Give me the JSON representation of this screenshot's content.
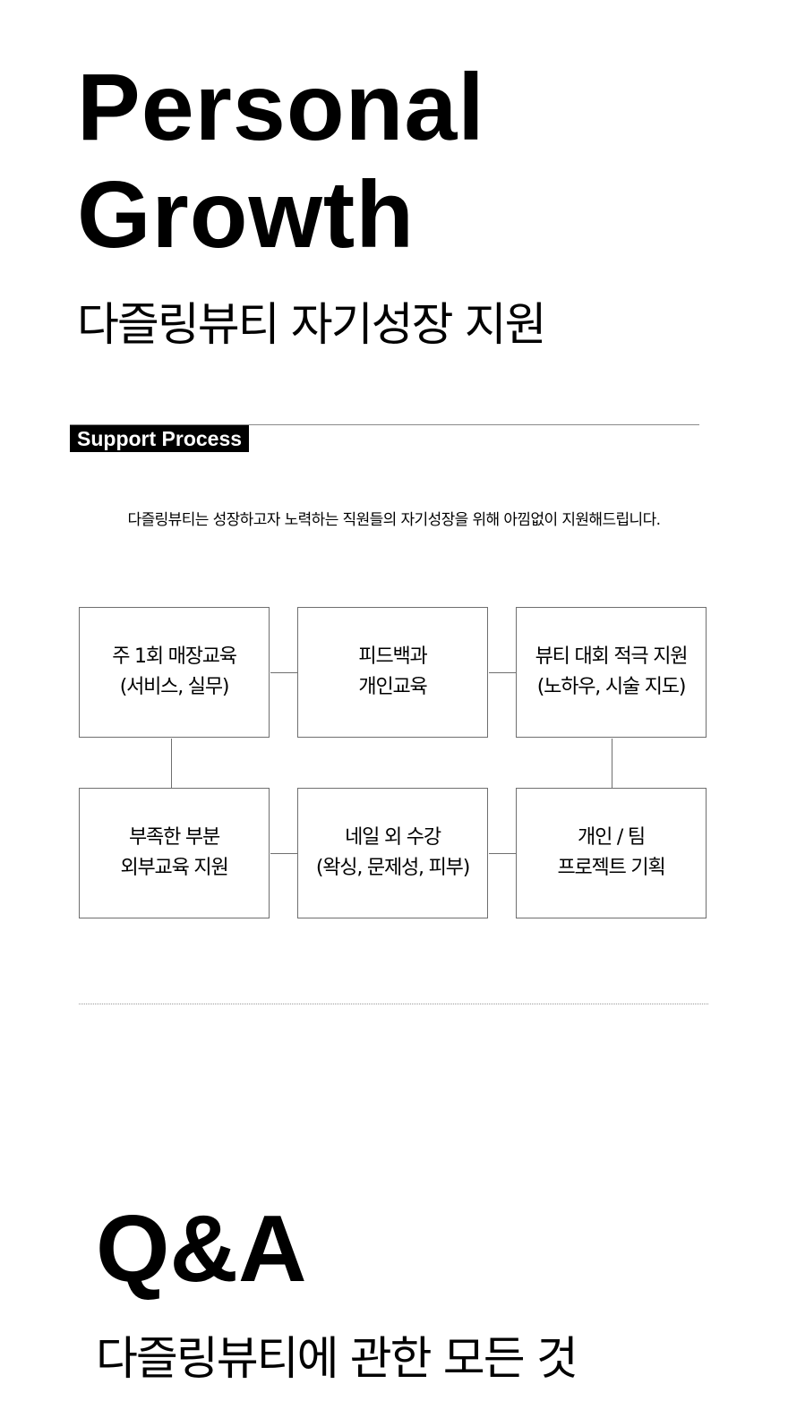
{
  "hero": {
    "title_line1": "Personal",
    "title_line2": "Growth",
    "subtitle": "다즐링뷰티 자기성장 지원"
  },
  "support": {
    "label": "Support Process",
    "intro": "다즐링뷰티는 성장하고자 노력하는 직원들의 자기성장을 위해 아낌없이 지원해드립니다.",
    "steps": [
      {
        "line1": "주 1회 매장교육",
        "line2": "(서비스, 실무)"
      },
      {
        "line1": "피드백과",
        "line2": "개인교육"
      },
      {
        "line1": "뷰티 대회 적극 지원",
        "line2": "(노하우, 시술 지도)"
      },
      {
        "line1": "부족한 부분",
        "line2": "외부교육 지원"
      },
      {
        "line1": "네일 외 수강",
        "line2": "(왁싱, 문제성, 피부)"
      },
      {
        "line1": "개인 / 팀",
        "line2": "프로젝트 기획"
      }
    ]
  },
  "qa": {
    "title": "Q&A",
    "subtitle": "다즐링뷰티에 관한 모든 것"
  }
}
